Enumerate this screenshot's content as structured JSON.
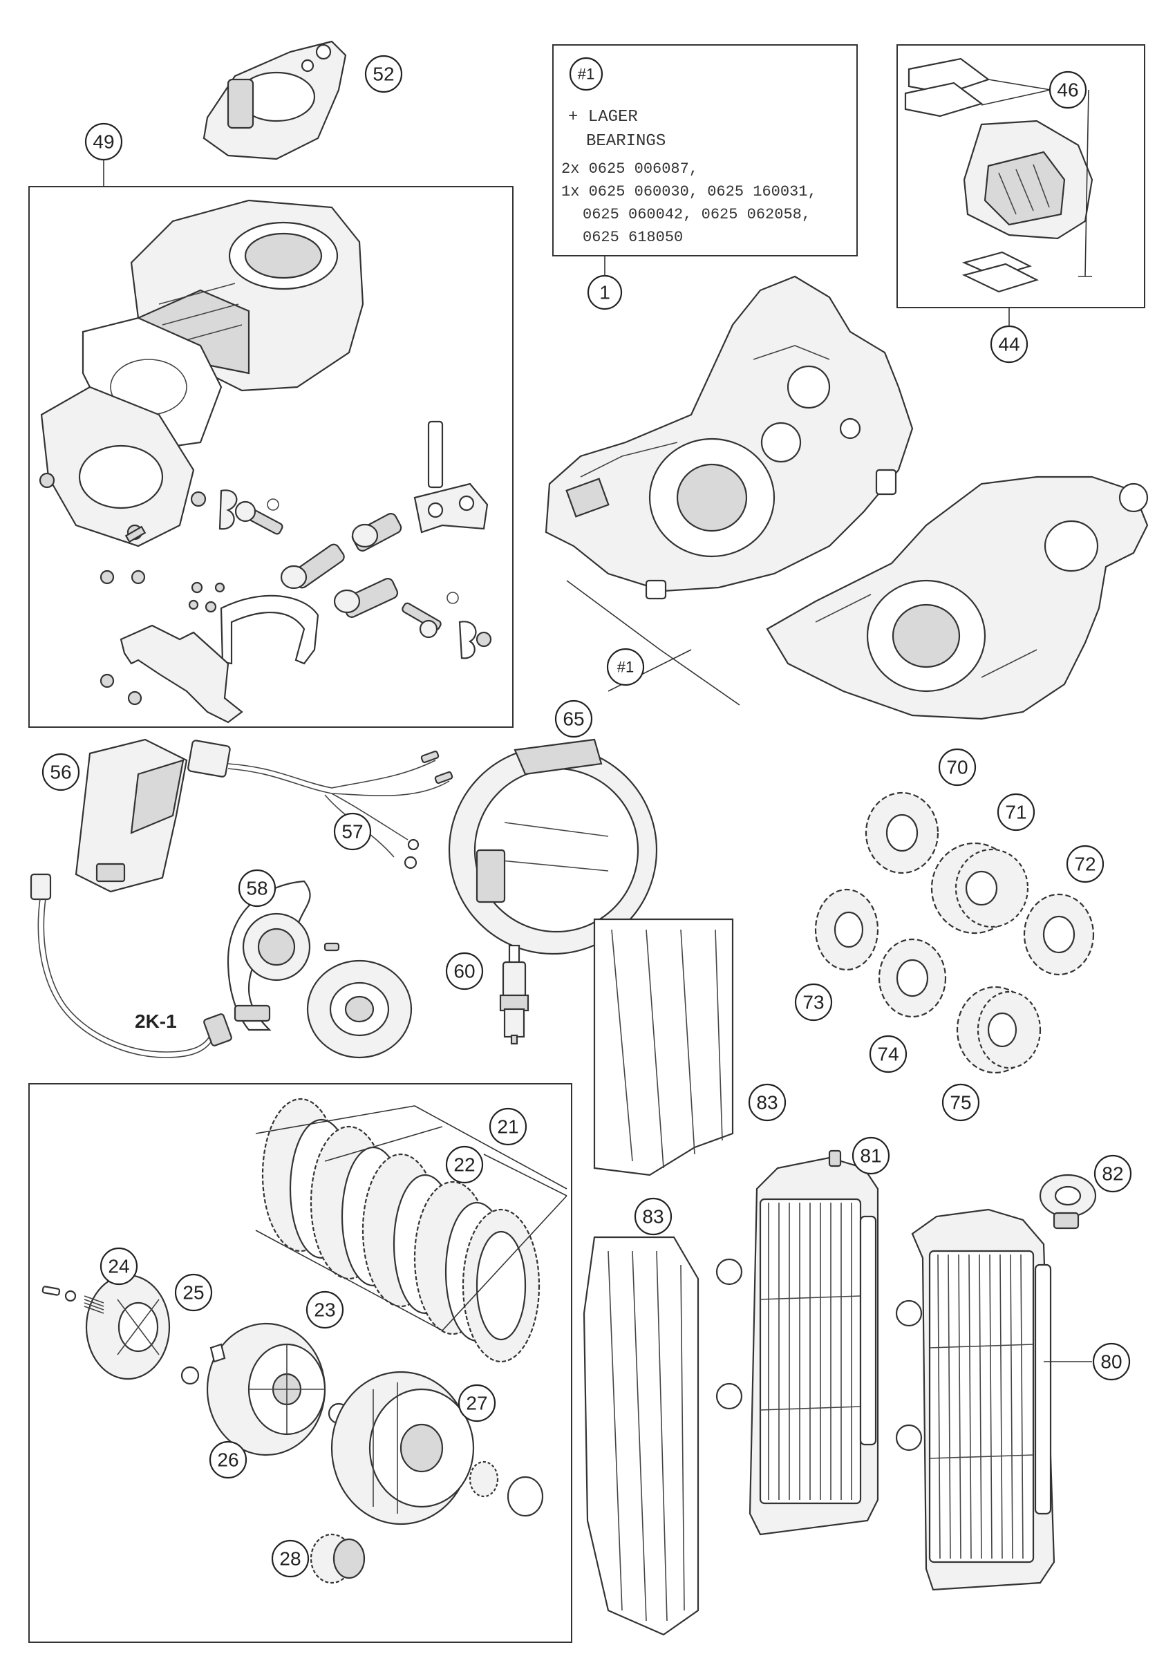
{
  "note_box": {
    "ref": "#1",
    "lines": [
      "+ LAGER",
      "BEARINGS",
      "2x 0625 006087,",
      "1x 0625 060030, 0625 160031,",
      "0625 060042, 0625 062058,",
      "0625 618050"
    ]
  },
  "crankcase_ref": "#1",
  "stator_label": "2K-1",
  "callouts": {
    "c52": "52",
    "c49": "49",
    "c1": "1",
    "c46": "46",
    "c44": "44",
    "c56": "56",
    "c57": "57",
    "c65": "65",
    "c58": "58",
    "c60": "60",
    "c70": "70",
    "c71": "71",
    "c72": "72",
    "c73": "73",
    "c74": "74",
    "c75": "75",
    "c83a": "83",
    "c83b": "83",
    "c81": "81",
    "c82": "82",
    "c80": "80",
    "c21": "21",
    "c22": "22",
    "c23": "23",
    "c24": "24",
    "c25": "25",
    "c26": "26",
    "c27": "27",
    "c28": "28"
  }
}
